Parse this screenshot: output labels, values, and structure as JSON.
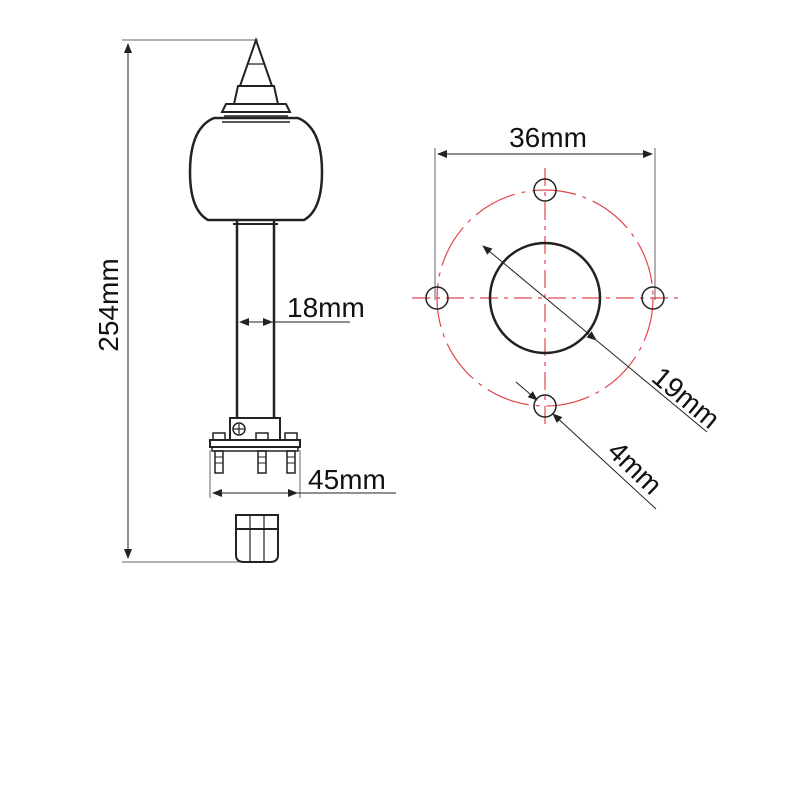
{
  "colors": {
    "outline": "#222222",
    "centerline": "#e0474c",
    "background": "#ffffff"
  },
  "side_view": {
    "height_label": "254mm",
    "tube_diameter_label": "18mm",
    "bracket_width_label": "45mm"
  },
  "top_view": {
    "hole_spacing_label": "36mm",
    "center_hole_label": "19mm",
    "mount_hole_label": "4mm"
  }
}
